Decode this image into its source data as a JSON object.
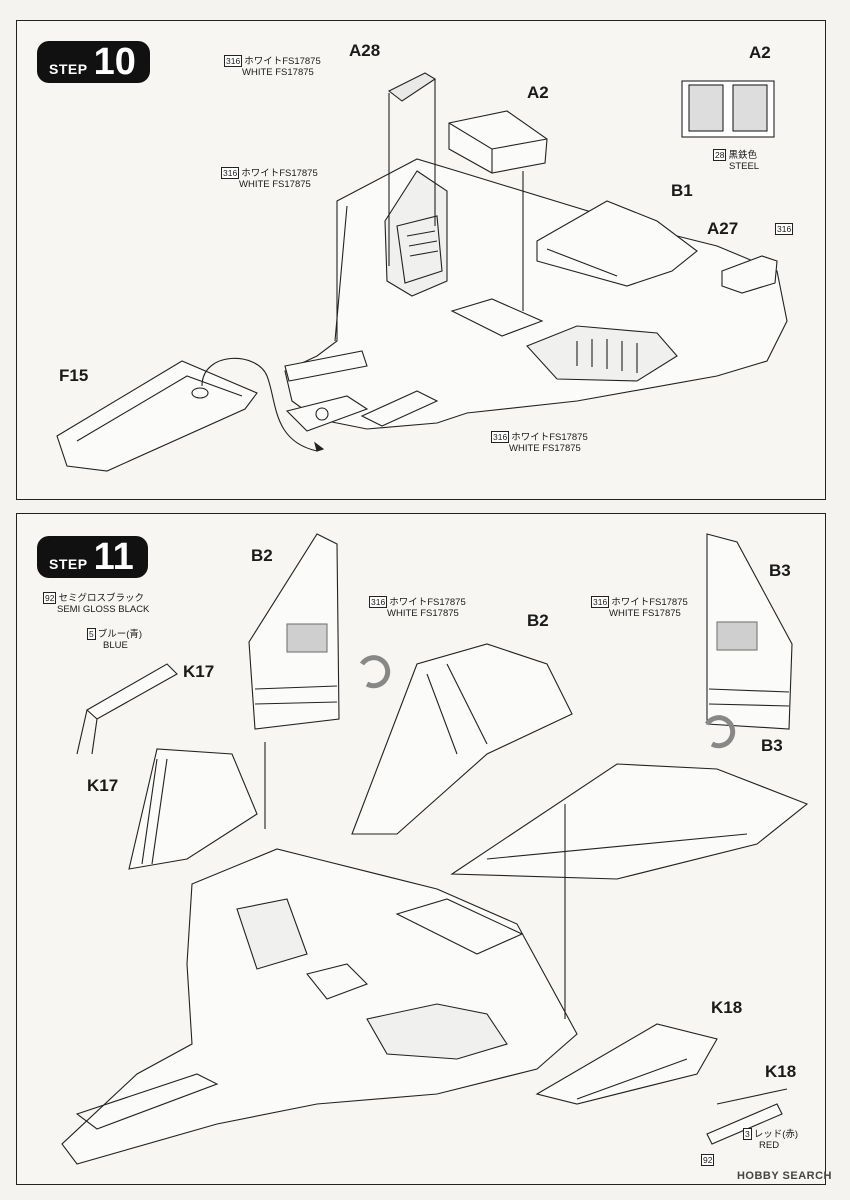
{
  "step10": {
    "badge_word": "STEP",
    "badge_num": "10",
    "parts": {
      "a28": "A28",
      "a2_top": "A2",
      "a2_box": "A2",
      "b1": "B1",
      "a27": "A27",
      "f15": "F15"
    },
    "callouts": {
      "white_a": {
        "num": "316",
        "jp": "ホワイトFS17875",
        "en": "WHITE FS17875"
      },
      "white_b": {
        "num": "316",
        "jp": "ホワイトFS17875",
        "en": "WHITE FS17875"
      },
      "white_c": {
        "num": "316",
        "jp": "ホワイトFS17875",
        "en": "WHITE FS17875"
      },
      "steel": {
        "num": "28",
        "jp": "黒鉄色",
        "en": "STEEL"
      },
      "a27_num": "316"
    }
  },
  "step11": {
    "badge_word": "STEP",
    "badge_num": "11",
    "parts": {
      "b2_left": "B2",
      "b3_right": "B3",
      "b2_main": "B2",
      "b3_main": "B3",
      "k17_top": "K17",
      "k17_left": "K17",
      "k18_a": "K18",
      "k18_b": "K18"
    },
    "callouts": {
      "semigloss": {
        "num": "92",
        "jp": "セミグロスブラック",
        "en": "SEMI GLOSS BLACK"
      },
      "blue": {
        "num": "5",
        "jp": "ブルー(青)",
        "en": "BLUE"
      },
      "white_l": {
        "num": "316",
        "jp": "ホワイトFS17875",
        "en": "WHITE FS17875"
      },
      "white_r": {
        "num": "316",
        "jp": "ホワイトFS17875",
        "en": "WHITE FS17875"
      },
      "red": {
        "num": "3",
        "jp": "レッド(赤)",
        "en": "RED"
      },
      "k18_num": "92"
    }
  },
  "watermark": "HOBBY SEARCH",
  "colors": {
    "ink": "#1a1a1a",
    "paper": "#f7f6f3",
    "detail_gray": "#9a9a9a"
  }
}
